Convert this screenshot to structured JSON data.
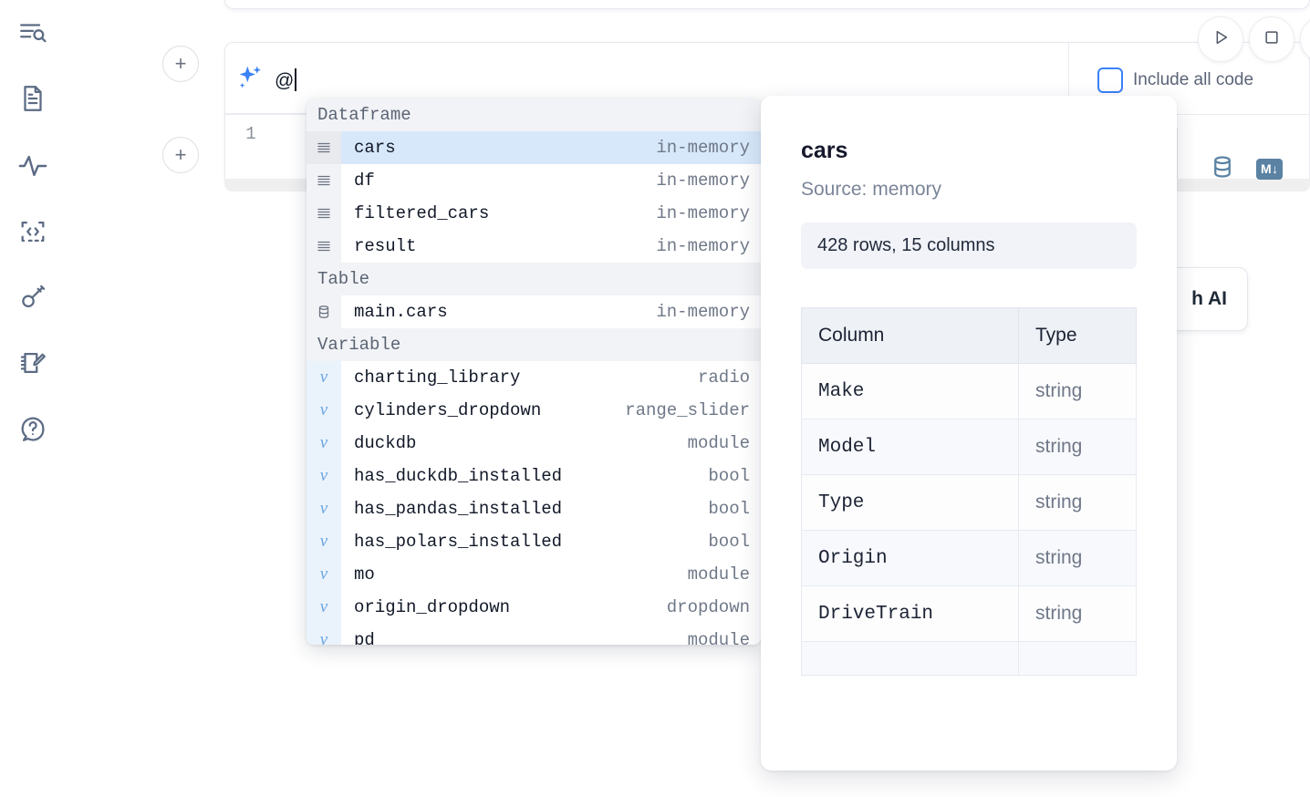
{
  "rail": {
    "items": [
      {
        "name": "explore-icon",
        "label": "Explore"
      },
      {
        "name": "document-icon",
        "label": "Notebook files"
      },
      {
        "name": "activity-icon",
        "label": "Activity"
      },
      {
        "name": "code-icon",
        "label": "Snippets"
      },
      {
        "name": "key-icon",
        "label": "Secrets"
      },
      {
        "name": "scratchpad-icon",
        "label": "Scratchpad"
      },
      {
        "name": "help-icon",
        "label": "Help"
      }
    ]
  },
  "cell": {
    "add_button_label": "+",
    "line_number": "1",
    "prompt_value": "@",
    "ai_icon": "sparkle-icon",
    "run_label": "Run",
    "stop_label": "Stop",
    "include_all_code_label": "Include all code",
    "include_all_code_checked": false,
    "database_icon": "database-icon",
    "markdown_badge": "M",
    "markdown_badge_arrow": "↓"
  },
  "ai_card": {
    "label": "h AI"
  },
  "autocomplete": {
    "groups": [
      {
        "label": "Dataframe",
        "icon": "dataframe-icon",
        "items": [
          {
            "name": "cars",
            "kind": "in-memory",
            "selected": true
          },
          {
            "name": "df",
            "kind": "in-memory",
            "selected": false
          },
          {
            "name": "filtered_cars",
            "kind": "in-memory",
            "selected": false
          },
          {
            "name": "result",
            "kind": "in-memory",
            "selected": false
          }
        ]
      },
      {
        "label": "Table",
        "icon": "table-icon",
        "items": [
          {
            "name": "main.cars",
            "kind": "in-memory",
            "selected": false
          }
        ]
      },
      {
        "label": "Variable",
        "icon": "variable-icon",
        "items": [
          {
            "name": "charting_library",
            "kind": "radio",
            "selected": false
          },
          {
            "name": "cylinders_dropdown",
            "kind": "range_slider",
            "selected": false
          },
          {
            "name": "duckdb",
            "kind": "module",
            "selected": false
          },
          {
            "name": "has_duckdb_installed",
            "kind": "bool",
            "selected": false
          },
          {
            "name": "has_pandas_installed",
            "kind": "bool",
            "selected": false
          },
          {
            "name": "has_polars_installed",
            "kind": "bool",
            "selected": false
          },
          {
            "name": "mo",
            "kind": "module",
            "selected": false
          },
          {
            "name": "origin_dropdown",
            "kind": "dropdown",
            "selected": false
          },
          {
            "name": "pd",
            "kind": "module",
            "selected": false
          }
        ]
      }
    ]
  },
  "detail": {
    "title": "cars",
    "source": "Source: memory",
    "shape": "428 rows, 15 columns",
    "headers": [
      "Column",
      "Type"
    ],
    "rows": [
      {
        "column": "Make",
        "type": "string"
      },
      {
        "column": "Model",
        "type": "string"
      },
      {
        "column": "Type",
        "type": "string"
      },
      {
        "column": "Origin",
        "type": "string"
      },
      {
        "column": "DriveTrain",
        "type": "string"
      },
      {
        "column": "",
        "type": ""
      }
    ]
  },
  "colors": {
    "accent": "#3b82f6",
    "selected_row": "#d7e8fa",
    "group_header_bg": "#f2f3f6",
    "icon": "#5c6b84",
    "badge": "#5b82a3"
  }
}
